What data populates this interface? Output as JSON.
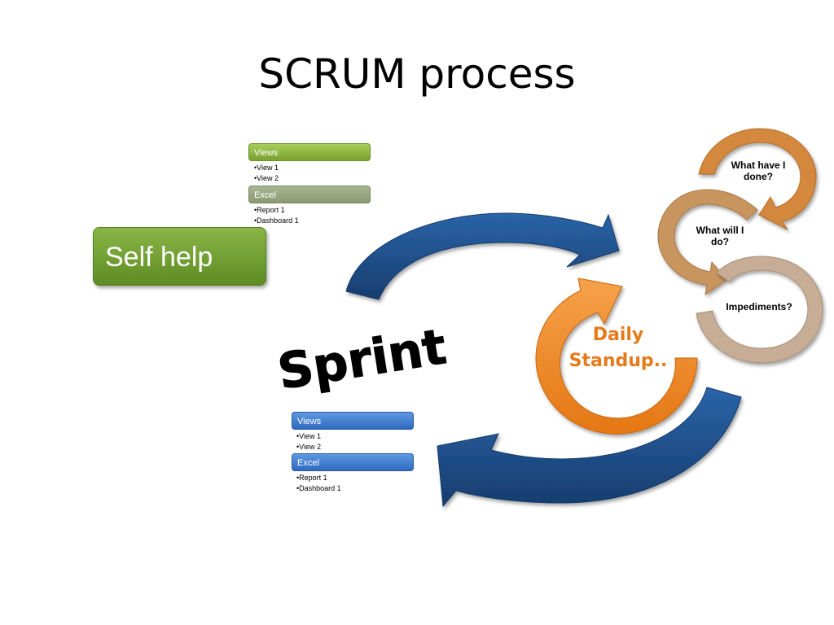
{
  "slide": {
    "title": "SCRUM process"
  },
  "panel_top": {
    "views_header": "Views",
    "views_items": [
      "View 1",
      "View 2"
    ],
    "excel_header": "Excel",
    "excel_items": [
      "Report 1",
      "Dashboard 1"
    ]
  },
  "panel_bottom": {
    "views_header": "Views",
    "views_items": [
      "View 1",
      "View 2"
    ],
    "excel_header": "Excel",
    "excel_items": [
      "Report 1",
      "Dashboard 1"
    ]
  },
  "self_help": {
    "label": "Self help"
  },
  "sprint": {
    "label": "Sprint"
  },
  "daily_standup": {
    "line1": "Daily",
    "line2": "Standup.."
  },
  "questions": {
    "q1_line1": "What have I",
    "q1_line2": "done?",
    "q2_line1": "What will I",
    "q2_line2": "do?",
    "q3": "Impediments?"
  },
  "colors": {
    "arrow_blue": "#1f4e8a",
    "standup_orange": "#f08a24",
    "brown_1": "#d3883c",
    "brown_2": "#c9955f",
    "brown_3": "#c7ad96"
  }
}
